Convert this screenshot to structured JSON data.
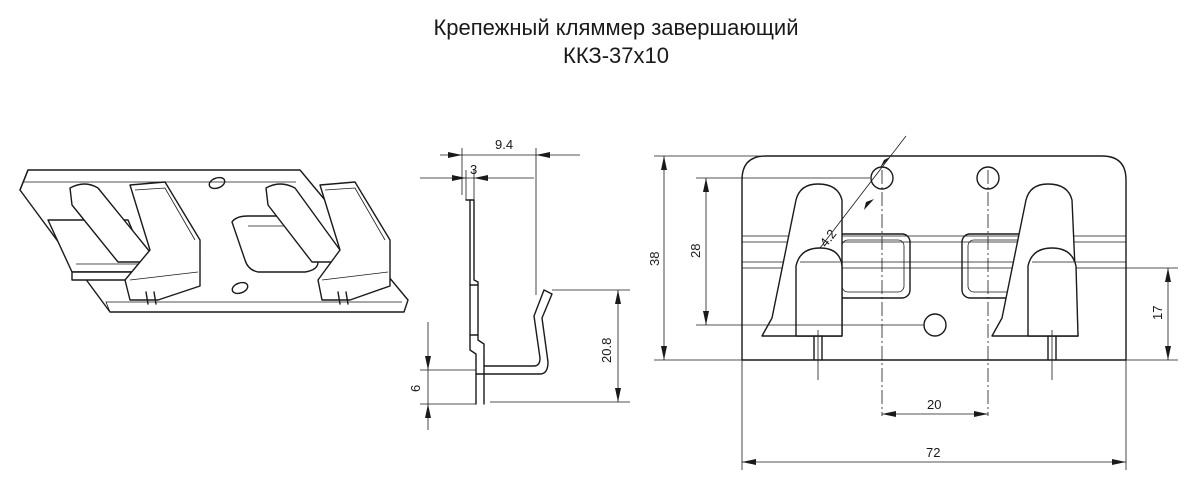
{
  "title": {
    "line1": "Крепежный кляммер завершающий",
    "line2": "ККЗ-37х10"
  },
  "dimensions": {
    "side_total": "9.4",
    "side_tab": "3",
    "side_height": "20.8",
    "side_offset": "6",
    "front_height_total": "38",
    "front_height_holes": "28",
    "front_height_lower": "17",
    "front_hole_diameter": "4.2",
    "front_hole_spacing": "20",
    "front_width": "72"
  }
}
